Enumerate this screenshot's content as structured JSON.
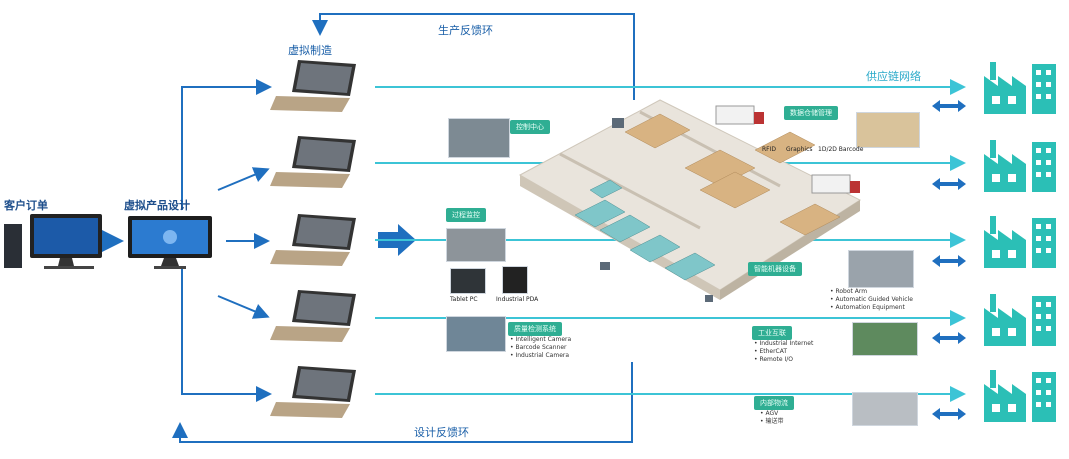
{
  "labels": {
    "customer_order": "客户订单",
    "virtual_product_design": "虚拟产品设计",
    "virtual_manufacturing": "虚拟制造",
    "production_feedback_loop": "生产反馈环",
    "design_feedback_loop": "设计反馈环",
    "supply_chain_network": "供应链网络"
  },
  "factory": {
    "tags": {
      "control_center": "控制中心",
      "warehouse": "数据仓储管理",
      "process_monitor": "过程监控",
      "intelligent_equipment": "智能机器设备",
      "quality_detection": "质量检测系统",
      "industrial_network": "工业互联",
      "internal_logistics": "内部物流"
    },
    "devices": {
      "rfid": "RFID",
      "graphics": "Graphics",
      "barcode": "1D/2D Barcode",
      "tablet_pc": "Tablet PC",
      "industrial_pda": "Industrial PDA"
    },
    "lists": {
      "intelligent_equipment": [
        "• Robot Arm",
        "• Automatic Guided Vehicle",
        "• Automation Equipment"
      ],
      "quality_detection": [
        "• Intelligent Camera",
        "• Barcode Scanner",
        "• Industrial Camera"
      ],
      "industrial_network": [
        "• Industrial Internet",
        "• EtherCAT",
        "• Remote I/O"
      ],
      "internal_logistics": [
        "• AGV",
        "• 输送带"
      ]
    }
  },
  "colors": {
    "arrow_blue": "#1f6fbf",
    "line_teal": "#3cc4d6",
    "factory_teal": "#2bbfb6",
    "tag_green": "#2fae93"
  },
  "icons": [
    "desktop-computer-icon",
    "monitor-icon",
    "laptop-icon",
    "factory-icon",
    "double-arrow-icon"
  ]
}
